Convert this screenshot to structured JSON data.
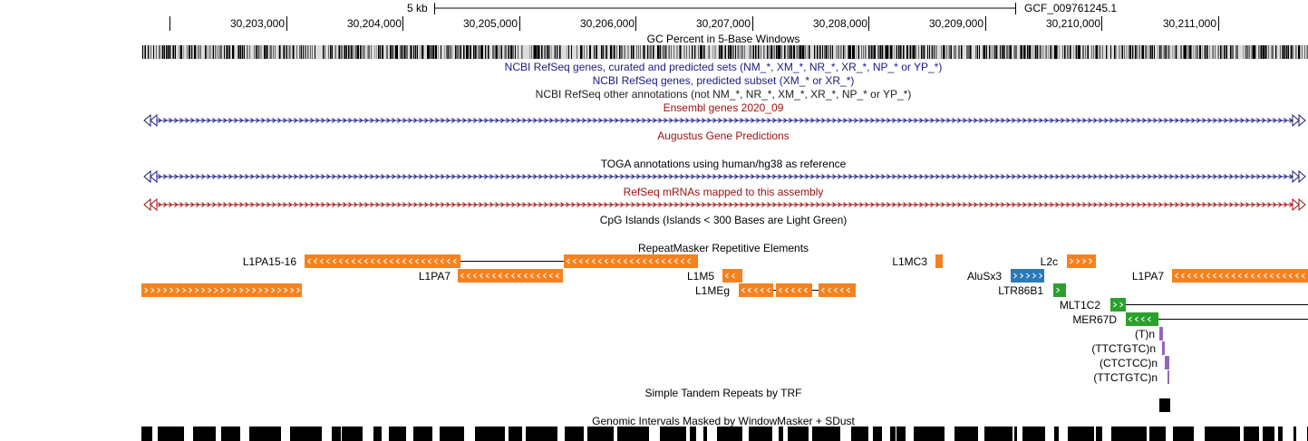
{
  "browser": {
    "scale": {
      "label": "5 kb",
      "assembly": "GCF_009761245.1"
    },
    "positions": [
      "30,203,000",
      "30,204,000",
      "30,205,000",
      "30,206,000",
      "30,207,000",
      "30,208,000",
      "30,209,000",
      "30,210,000",
      "30,211,000"
    ]
  },
  "tracks": {
    "gc_percent": {
      "title": "GC Percent in 5-Base Windows"
    },
    "refseq_curated": {
      "title": "NCBI RefSeq genes, curated and predicted sets (NM_*, XM_*, NR_*, XR_*, NP_* or YP_*)",
      "color": "#1a1a80"
    },
    "refseq_predicted": {
      "title": "NCBI RefSeq genes, predicted subset (XM_* or XR_*)",
      "color": "#1a1a80"
    },
    "refseq_other": {
      "title": "NCBI RefSeq other annotations (not NM_*, NR_*, XM_*, XR_*, NP_* or YP_*)",
      "color": "#202020"
    },
    "ensembl": {
      "title": "Ensembl genes 2020_09",
      "color": "#a01010"
    },
    "augustus": {
      "title": "Augustus Gene Predictions",
      "color": "#a01010"
    },
    "toga": {
      "title": "TOGA annotations using human/hg38 as reference",
      "color": "#000000"
    },
    "refseq_mrna": {
      "title": "RefSeq mRNAs mapped to this assembly",
      "color": "#a01010"
    },
    "cpg": {
      "title": "CpG Islands (Islands < 300 Bases are Light Green)"
    },
    "repeatmasker": {
      "title": "RepeatMasker Repetitive Elements",
      "labels": {
        "l1pa15_16": "L1PA15-16",
        "l1pa7_a": "L1PA7",
        "l1m5": "L1M5",
        "l1meg": "L1MEg",
        "l1mc3": "L1MC3",
        "alusx3": "AluSx3",
        "l2c": "L2c",
        "ltr86b1": "LTR86B1",
        "l1pa7_b": "L1PA7",
        "mlt1c2": "MLT1C2",
        "mer67d": "MER67D",
        "t_n": "(T)n",
        "ttctgtc_n_1": "(TTCTGTC)n",
        "ctctcc_n": "(CTCTCC)n",
        "ttctgtc_n_2": "(TTCTGTC)n"
      },
      "colors": {
        "line": "#f5821f",
        "sine": "#2a7ab8",
        "ltr": "#2ca02c",
        "simple": "#9467bd"
      }
    },
    "trf": {
      "title": "Simple Tandem Repeats by TRF"
    },
    "windowmasker": {
      "title": "Genomic Intervals Masked by WindowMasker + SDust"
    }
  }
}
